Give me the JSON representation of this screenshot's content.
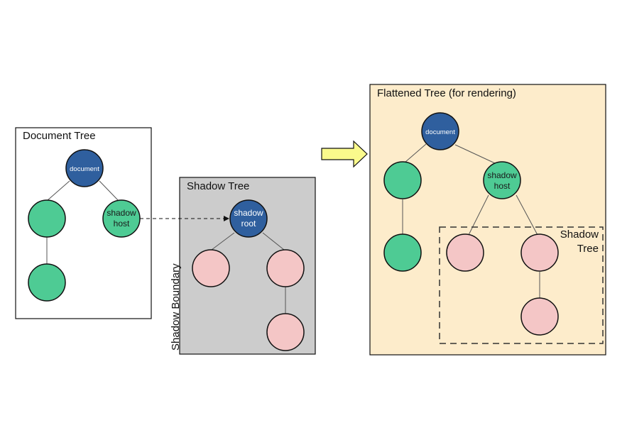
{
  "colors": {
    "document_node": "#2f5f9e",
    "element_node": "#4ecb94",
    "shadow_node": "#f4c6c6",
    "shadow_panel_bg": "#cccccc",
    "flattened_panel_bg": "#fdeccb",
    "arrow_fill": "#fafa8c",
    "stroke": "#111111",
    "edge": "#555555"
  },
  "document_tree": {
    "title": "Document Tree",
    "root_label": "document",
    "host_label_line1": "shadow",
    "host_label_line2": "host"
  },
  "shadow_tree": {
    "title": "Shadow Tree",
    "root_label_line1": "shadow",
    "root_label_line2": "root",
    "boundary_label": "Shadow Boundary"
  },
  "flattened_tree": {
    "title": "Flattened Tree (for rendering)",
    "root_label": "document",
    "host_label_line1": "shadow",
    "host_label_line2": "host",
    "shadow_region_label_line1": "Shadow",
    "shadow_region_label_line2": "Tree"
  }
}
